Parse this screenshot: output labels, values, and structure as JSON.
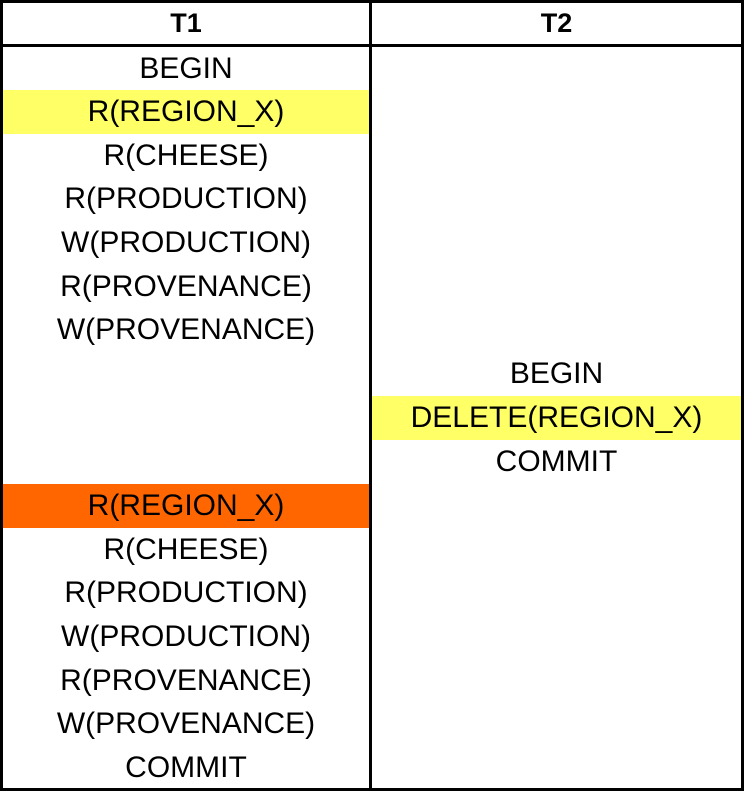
{
  "columns": [
    {
      "id": "t1",
      "header": "T1"
    },
    {
      "id": "t2",
      "header": "T2"
    }
  ],
  "colors": {
    "highlight_yellow": "#ffff66",
    "highlight_orange": "#ff6600"
  },
  "t1_ops": [
    {
      "text": "BEGIN",
      "highlight": "none"
    },
    {
      "text": "R(REGION_X)",
      "highlight": "yellow"
    },
    {
      "text": "R(CHEESE)",
      "highlight": "none"
    },
    {
      "text": "R(PRODUCTION)",
      "highlight": "none"
    },
    {
      "text": "W(PRODUCTION)",
      "highlight": "none"
    },
    {
      "text": "R(PROVENANCE)",
      "highlight": "none"
    },
    {
      "text": "W(PROVENANCE)",
      "highlight": "none"
    },
    {
      "text": "R(REGION_X)",
      "highlight": "orange"
    },
    {
      "text": "R(CHEESE)",
      "highlight": "none"
    },
    {
      "text": "R(PRODUCTION)",
      "highlight": "none"
    },
    {
      "text": "W(PRODUCTION)",
      "highlight": "none"
    },
    {
      "text": "R(PROVENANCE)",
      "highlight": "none"
    },
    {
      "text": "W(PROVENANCE)",
      "highlight": "none"
    },
    {
      "text": "COMMIT",
      "highlight": "none"
    }
  ],
  "t2_ops": [
    {
      "text": "BEGIN",
      "highlight": "none"
    },
    {
      "text": "DELETE(REGION_X)",
      "highlight": "yellow"
    },
    {
      "text": "COMMIT",
      "highlight": "none"
    }
  ]
}
